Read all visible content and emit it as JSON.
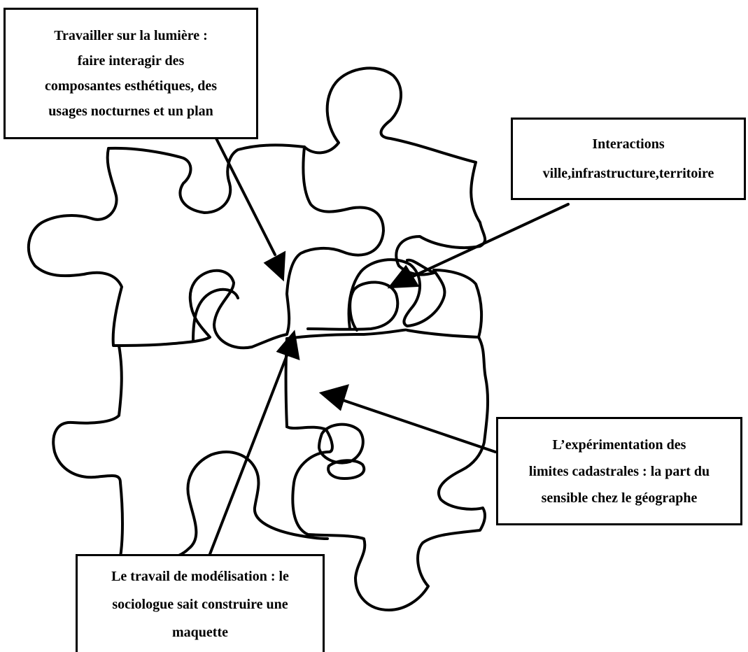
{
  "callouts": {
    "lumiere": {
      "lines": [
        "Travailler sur la lumière :",
        "faire interagir des",
        "composantes esthétiques, des",
        "usages nocturnes et un plan"
      ]
    },
    "interactions": {
      "lines": [
        "Interactions",
        "ville,infrastructure,territoire"
      ]
    },
    "cadastre": {
      "lines": [
        "L’expérimentation des",
        "limites cadastrales : la part du",
        "sensible chez le géographe"
      ]
    },
    "modelisation": {
      "lines": [
        "Le travail de modélisation : le",
        "sociologue sait construire une",
        "maquette"
      ]
    }
  },
  "colors": {
    "stroke": "#000000",
    "background": "#ffffff"
  }
}
